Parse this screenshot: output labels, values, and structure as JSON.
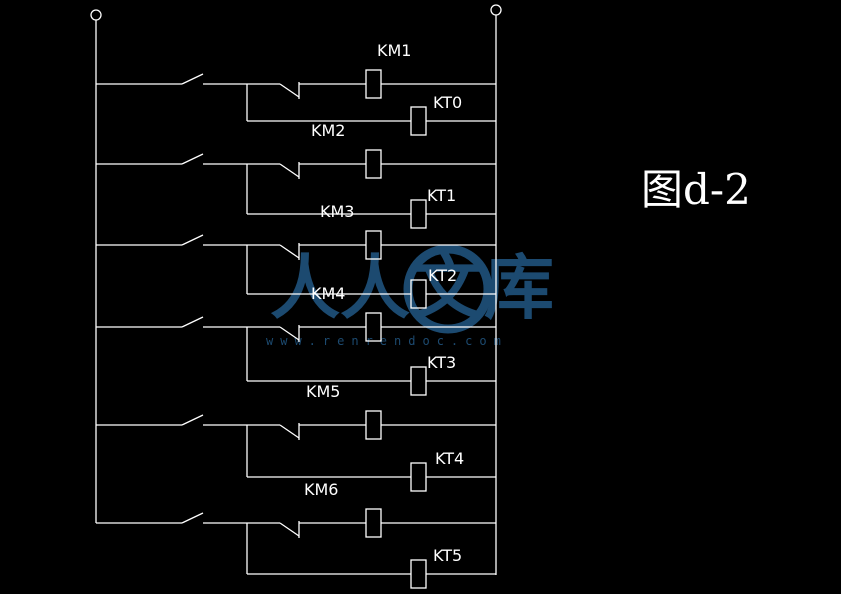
{
  "figure_label": "图d-2",
  "watermark": {
    "text_left": "人人",
    "text_mid": "文",
    "text_right": "库",
    "url": "www.renrendoc.com",
    "color": "#1c4a70"
  },
  "colors": {
    "background": "#000000",
    "line": "#ffffff"
  },
  "rungs": [
    {
      "relay": "KM1",
      "timer": "KT0"
    },
    {
      "relay": "KM2",
      "timer": "KT1"
    },
    {
      "relay": "KM3",
      "timer": "KT2"
    },
    {
      "relay": "KM4",
      "timer": "KT3"
    },
    {
      "relay": "KM5",
      "timer": "KT4"
    },
    {
      "relay": "KM6",
      "timer": "KT5"
    }
  ]
}
